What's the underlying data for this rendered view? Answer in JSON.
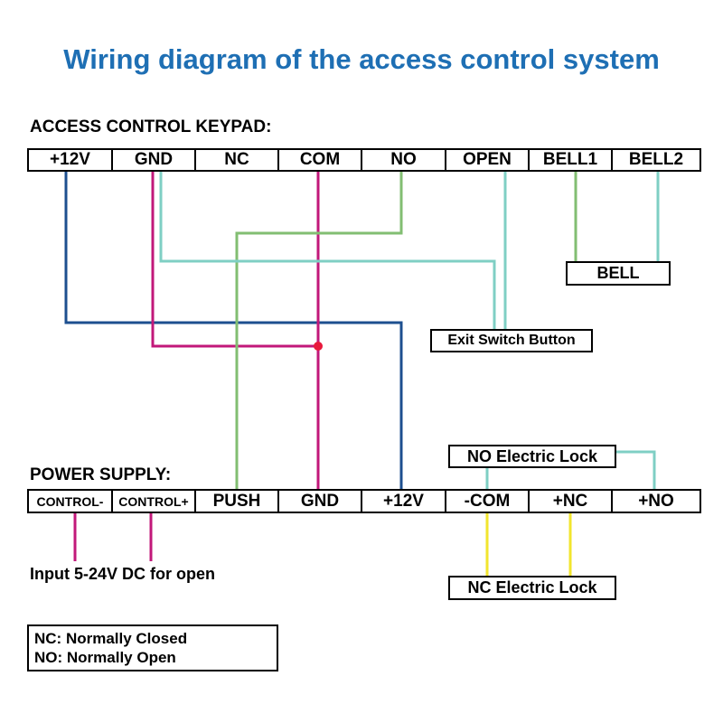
{
  "title": "Wiring diagram of the access control system",
  "keypad": {
    "label": "ACCESS CONTROL KEYPAD:",
    "terminals": [
      "+12V",
      "GND",
      "NC",
      "COM",
      "NO",
      "OPEN",
      "BELL1",
      "BELL2"
    ]
  },
  "power_supply": {
    "label": "POWER SUPPLY:",
    "terminals": [
      "CONTROL-",
      "CONTROL+",
      "PUSH",
      "GND",
      "+12V",
      "-COM",
      "+NC",
      "+NO"
    ]
  },
  "components": {
    "bell": "BELL",
    "exit_switch": "Exit Switch Button",
    "no_lock": "NO Electric Lock",
    "nc_lock": "NC Electric Lock"
  },
  "input_note": "Input 5-24V DC for open",
  "legend": {
    "nc": "NC: Normally Closed",
    "no": "NO: Normally Open"
  },
  "wire_colors": {
    "blue": "#1d4f8f",
    "magenta": "#c2187a",
    "green": "#82be72",
    "teal": "#7fcfc4",
    "yellow": "#f2e52e",
    "junction": "#e8193c"
  }
}
